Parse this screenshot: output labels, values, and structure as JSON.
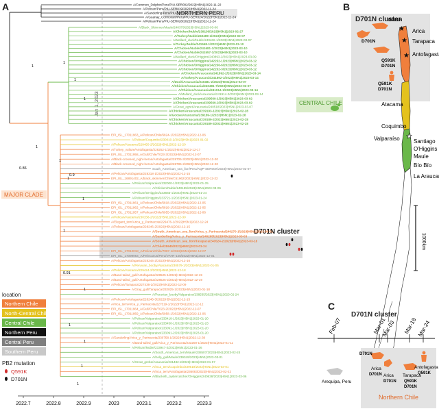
{
  "panels": {
    "a": "A",
    "b": "B",
    "c": "C"
  },
  "colors": {
    "northern_chile": "#f07f3c",
    "north_central_chile": "#e4c21d",
    "central_chile": "#6ab84a",
    "northern_peru": "#111111",
    "central_peru": "#7f7f7f",
    "southern_peru": "#c8c8c8",
    "q591k": "#d12a2a",
    "d701n": "#111111",
    "highlight_box": "#d9d9d9"
  },
  "tree": {
    "group_labels": {
      "northern_peru": "NORTHERN PERU",
      "central_chile": "CENTRAL CHILE",
      "major_clade": "MAJOR CLADE",
      "d701n_cluster": "D701N cluster"
    },
    "jan_label": "Jan 1, 2023",
    "support_values": [
      "1",
      "1",
      "1",
      "1",
      "0.86",
      "1",
      "1",
      "1",
      "0.9",
      "1",
      "1",
      "0.91",
      "1",
      "1",
      "1",
      "1",
      "1"
    ],
    "peru_leaves": [
      "A/Common_Dolphin/Peru/PIU-SER002/2022|H5N1|2022-11-22",
      "A/Pelican/Peru/PIU-SER019/2022|H5N1|2022-11-24",
      "A/Sanderling/Peru/PIU-SER005/2022|H5N1|2022-11-22",
      "A/Guanay_Cormorant/Peru/PIU-SER024/2022|H5N1|2022-11-24",
      "A/Pelican/Peru/PIU-SER028/2022|H5N1|2022-11-24"
    ],
    "central_leaves": [
      "A/Black_Skimmer/Maule/240379/2023|H5N1|2023-03-06",
      "A/Chicken/Nuble/239136/2023|H5N1|2023-02-27",
      "A/Turkey/Nuble/240489-1/2023|H5N1|2023-03-07",
      "A/Mallard_duck/Nuble/240466-1/2023|H5N1|2023-03-07",
      "A/Turkey/Nuble/241568-1/2023|H5N1|2023-03-10",
      "A/Chicken/Nuble/241681-1/2023|H5N1|2023-03-10",
      "A/Chicken/Nuble/241557-1/2023|H5N1|2023-03-10",
      "A/Mallard_duck/OHiggins/240893-2/2023|H5N1|2023-03-09",
      "A/Chicken/OHiggins/242252-1/2023|H5N1|2023-03-12",
      "A/Chicken/OHiggins/242256-6/2023|H5N1|2023-03-12",
      "A/Chicken/OHiggins/242252-3/2023|H5N1|2023-03-12",
      "A/Chicken/Araucania/241892-2/2023|H5N1|2023-03-14",
      "A/Turkey/Araucania/241892-3/2023|H5N1|2023-03-14",
      "A/Duck/Araucania/240481-2/2023|H5N1|2023-03-07",
      "A/Chicken/Araucania/240481-7/2023|H5N1|2023-03-07",
      "A/Chicken/Araucania/241914-1/2023|H5N1|2023-03-14",
      "A/Mallard_duck/Araucania/241914-2/2023|H5N1|2023-03-14",
      "A/Chicken/Araucania/239569-1/2023|H5N1|2023-03-02",
      "A/Chicken/Araucania/239569-2/2023|H5N1|2023-03-02",
      "A/Great_egret/Araucania/240518/2023|H5N1|2023-03-07",
      "A/Chicken/Araucania/239193-1/2023|H5N1|2023-02-28",
      "A/Goose/Araucania/239189-1/2023|H5N1|2023-02-28",
      "A/Chicken/Araucania/239189-2/2023|H5N1|2023-02-28",
      "A/Chicken/Araucania/239189-3/2023|H5N1|2023-02-28"
    ],
    "major_leaves": [
      "EPI_ISL_17011963_A/Pelican/Chile/6824-1/2022|H5N1|2022-12-06",
      "A/Pelican/Coquimbo/230010-2/2023|H5N1|2023-01-02",
      "A/Pelican/Atacama/229450-2/2022|H5N1|2022-12-20",
      "A/Turkey_vulture/Antofagasta/228252-1/2022|H5N1|2022-12-17",
      "EPI_ISL_17011958_A/Gull/Chile/7023-3/2022|H5N1|2022-12-07",
      "A/Black-crowned_night-heron/Antofagasta/228705-3/2022|H5N1|2022-12-20",
      "A/Black-crowned_night-heron/Antofagasta/228785-2/2022|H5N1|2022-12-20",
      "South_American_sea_lion/Peru/AQP-SER00X/2023|H5N1|2023-02-07",
      "A/Pelican/Antofagasta/228318-1/2022|H5N1|2022-12-15",
      "EPI_ISL_16891402_A/black_skimmer/Chile/C61962/2022|H5N1|2022-12-22",
      "A/Pelican/Valparaiso/232000-1/2023|H5N1|2023-01-25",
      "A/Chicken/Nuble/240155/2023|H5N1|2023-03-06",
      "A/Pelican/OHiggins/233683-1/2023|H5N1|2023-01-24",
      "A/Pelican/OHiggins/233721-1/2023|H5N1|2023-01-24",
      "EPI_ISL_17011961_A/Pelican/Chile/6818-2/2022|H5N1|2022-12-05",
      "EPI_ISL_17011962_A/Pelican/Chile/6818-1/2022|H5N1|2022-12-05",
      "EPI_ISL_17011957_A/Pelican/Chile/6955-3/2022|H5N1|2022-12-06",
      "A/Pelican/Atacama/230158-2/2022|H5N1|2022-12-30",
      "A/Elegant_tern/Arica_y_Parinacota/229476-1/2022|H5N1|2022-12-24",
      "A/Pelican/Antofagasta/228246-2/2022|H5N1|2022-12-15",
      "A/South_American_sea_lion/Arica_y_Parinacota/240270-1/2023|H5N1|2023-03-01",
      "A/Sanderling/Arica_y_Parinacota/240265/2023|H5N1|2023-03-03",
      "A/South_American_sea_lion/Tarapaca/240524-2/2023|H5N1|2023-03-18",
      "A/Chile/25945/2023|H5N1|2023-03-24",
      "EPI_ISL_17012018_A/Pelican/Chile/7087-1/2022|H5N1|2022-12-07",
      "EPI_ISL_17099964_A/Pelecanus/Peru/VFAR-140/2022|H5N1|2022-12-01",
      "A/Pelican/Antofagasta/228244-2/2022|H5N1|2022-12-16",
      "A/Peruvian_booby/Atacama/230579-1/2023|H5N1|2023-01-05",
      "A/Pelican/Atacama/229424-2/2022|H5N1|2022-12-18",
      "A/Band-tailed_gull/Antofagasta/228525-1/2022|H5N1|2022-12-19",
      "A/Band-tailed_gull/Antofagasta/228525-2/2022|H5N1|2022-12-19",
      "A/Pelican/Tarapaca/227436-2/2022|H5N1|2022-12-09",
      "A/Gray_gull/Tarapaca/232825-1/2023|H5N1|2023-01-18",
      "A/Peruvian_booby/Valparaiso/238535/2023|H5N1|2023-02-24",
      "A/Pelican/Antofagasta/228246-3/2022|H5N1|2022-12-15",
      "A/Inca_tern/Arica_y_Parinacota/227519-1/2022|H5N1|2022-12-12",
      "EPI_ISL_17011964_A/Gull/Chile/7023-2/2022|H5N1|2022-12-07",
      "EPI_ISL_17011959_A/Pelican/Chile/6958-1/2022|H5N1|2022-12-06",
      "A/Pelican/Valparaiso/233418-1/2023|H5N1|2023-01-20",
      "A/Pelican/Valparaiso/233450-1/2023|H5N1|2023-01-23",
      "A/Pelican/Valparaiso/233091-1/2023|H5N1|2023-01-20",
      "A/Pelican/Valparaiso/233091-2/2023|H5N1|2023-01-20",
      "A/Sanderling/Arica_y_Parinacota/230758-1/2022|H5N1|2022-12-30",
      "A/Band-tailed_gull/Arica_y_Parinacota/233200-1/2023|H5N1|2023-01-11",
      "A/Pelican/Nuble/233947-2/2023|H5N1|2023-01-26",
      "A/South_American_tern/Maule/238507/2023|H5N1|2023-02-24",
      "A/Kelp_gull/Maule/239349/2023|H5N1|2023-03-01",
      "A/Great_grebe/Araucania/231482-2/2023|H5N1|2023-01-07",
      "A/Inca_tern/Coquimbo/239619/2023|H5N1|2023-03-01",
      "A/Inca_tern/Antofagasta/236083/2023|H5N1|2023-02-22",
      "A/Blackish_oystercatcher/OHiggins/240628/2023|H5N1|2023-03-06"
    ],
    "time_axis": [
      "2022.7",
      "2022.8",
      "2022.9",
      "2023",
      "2023.1",
      "2023.2",
      "2023.3"
    ]
  },
  "legend": {
    "title": "location",
    "items": [
      {
        "label": "Northern Chile",
        "color": "#f07f3c"
      },
      {
        "label": "North-Central Chile",
        "color": "#e4c21d"
      },
      {
        "label": "Central Chile",
        "color": "#6ab84a"
      },
      {
        "label": "Northern Peru",
        "color": "#111111"
      },
      {
        "label": "Central Peru",
        "color": "#7f7f7f"
      },
      {
        "label": "Southern Peru",
        "color": "#c8c8c8"
      }
    ],
    "pb2_title": "PB2 mutation",
    "pb2_items": [
      {
        "label": "Q591K",
        "color": "#d12a2a"
      },
      {
        "label": "D701N",
        "color": "#111111"
      }
    ]
  },
  "map": {
    "title": "D701N cluster",
    "regions": [
      "Arica",
      "Tarapaca",
      "Antofagasta",
      "Atacama",
      "Coquimbo",
      "Valparaíso",
      "Santiago",
      "O'Higgins",
      "Maule",
      "Bío Bío",
      "La Araucanía"
    ],
    "markers": [
      "D701N",
      "D701N",
      "Q591K",
      "D701N",
      "Q591K",
      "D701N"
    ],
    "scale": "1000km"
  },
  "panel_c": {
    "title": "D701N cluster",
    "dates": [
      "Feb-07",
      "Mar-01",
      "Mar-03",
      "Mar-18",
      "Mar-24"
    ],
    "peru_place": "Arequipa, Peru",
    "places": [
      "Arica",
      "Arica",
      "Antofagasta",
      "Tarapaca"
    ],
    "mutations": [
      "D701N",
      "D701N",
      "D701N",
      "Q591K",
      "Q591K",
      "D701N"
    ],
    "region_label": "Northern Chile"
  }
}
